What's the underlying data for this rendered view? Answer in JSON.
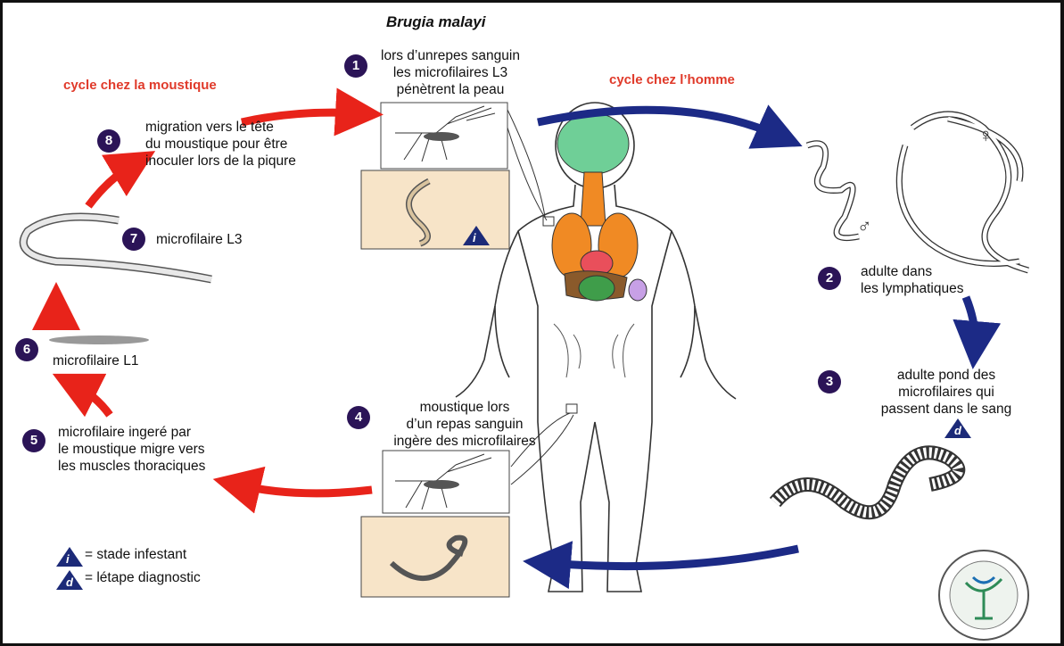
{
  "title": "Brugia malayi",
  "headings": {
    "mosquito_cycle": "cycle chez la moustique",
    "human_cycle": "cycle chez l’homme"
  },
  "steps": [
    {
      "number": "1",
      "lines": [
        "lors d’unrepes sanguin",
        "les microfilaires L3",
        "pénètrent la peau"
      ]
    },
    {
      "number": "2",
      "lines": [
        "adulte dans",
        "les lymphatiques"
      ]
    },
    {
      "number": "3",
      "lines": [
        "adulte pond des",
        "microfilaires qui",
        "passent dans le sang"
      ]
    },
    {
      "number": "4",
      "lines": [
        "moustique lors",
        "d’un repas sanguin",
        "ingère des microfilaires"
      ]
    },
    {
      "number": "5",
      "lines": [
        "microfilaire ingeré par",
        "le moustique migre vers",
        "les muscles thoraciques"
      ]
    },
    {
      "number": "6",
      "lines": [
        "microfilaire L1"
      ]
    },
    {
      "number": "7",
      "lines": [
        "microfilaire L3"
      ]
    },
    {
      "number": "8",
      "lines": [
        "migration vers le tête",
        "du moustique pour être",
        "inoculer lors de la piqure"
      ]
    }
  ],
  "symbols": {
    "male": "♂",
    "female": "♀"
  },
  "badges": {
    "infective": "i",
    "diagnostic": "d"
  },
  "legend": {
    "infective": "= stade infestant",
    "diagnostic": "= létape diagnostic"
  },
  "colors": {
    "mosquito_arrows": "#e8231a",
    "human_arrows": "#1c2a86",
    "step_badge": "#2b1457",
    "heading": "#e03a2a"
  }
}
